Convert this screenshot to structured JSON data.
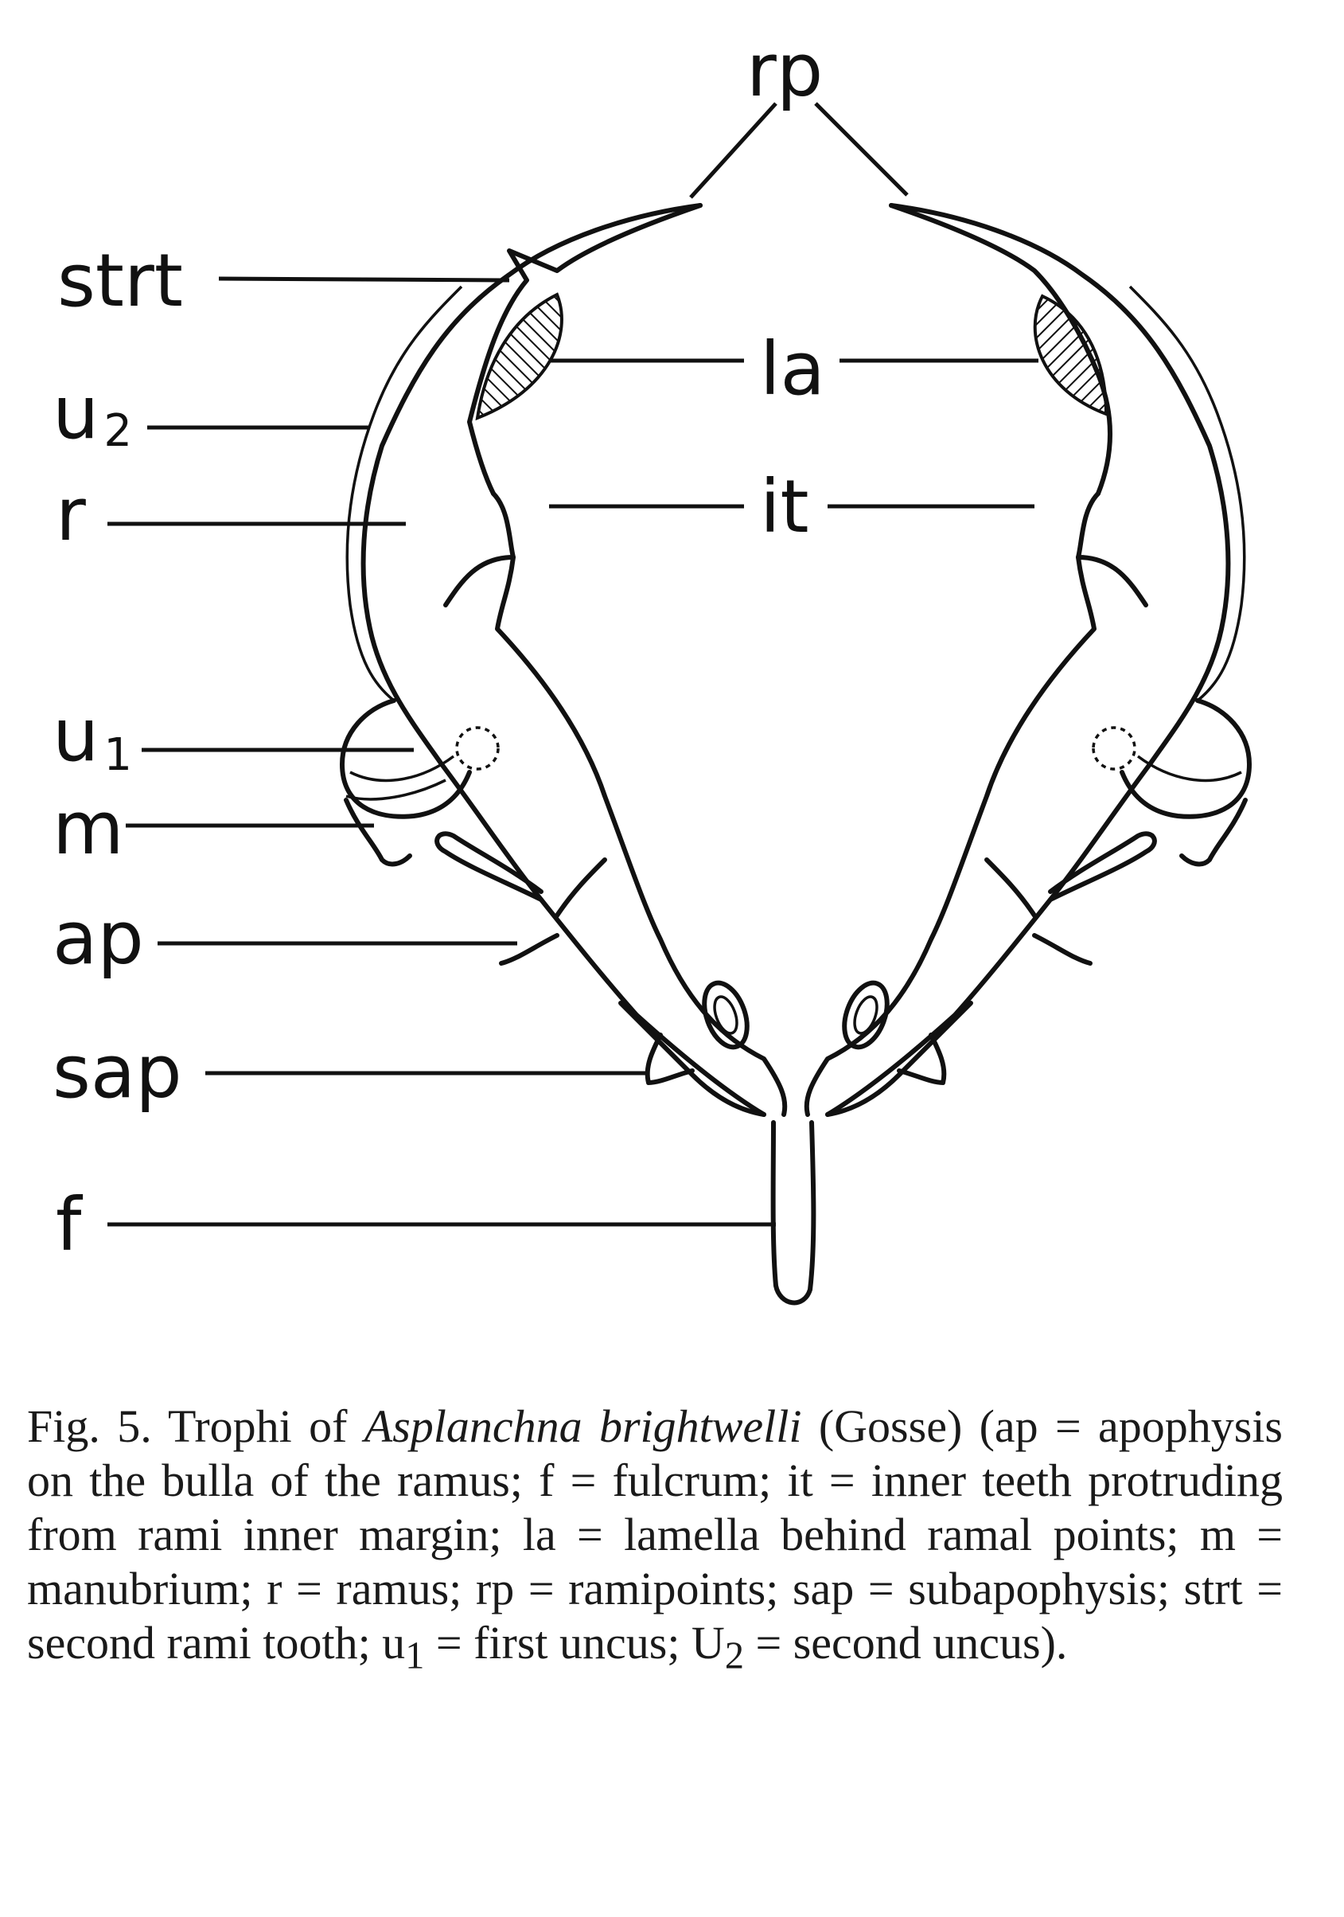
{
  "labels": {
    "rp": "rp",
    "strt": "strt",
    "u2_main": "u",
    "u2_sub": "2",
    "r": "r",
    "la": "la",
    "it": "it",
    "u1_main": "u",
    "u1_sub": "1",
    "m": "m",
    "ap": "ap",
    "sap": "sap",
    "f": "f"
  },
  "caption": {
    "fig": "Fig. 5. Trophi of",
    "species": "Asplanchna brightwelli",
    "author": "(Gosse)",
    "body": "(ap = apophysis on the bulla of the ramus; f = fulcrum; it = inner teeth protruding from rami inner margin; la = lamella behind ramal points; m = manubrium; r = ramus; rp = ramipoints; sap = subapophysis; strt = second rami tooth; u",
    "u1_sub": "1",
    "mid": " = first uncus; U",
    "u2_sub": "2",
    "end": " = second uncus)."
  }
}
